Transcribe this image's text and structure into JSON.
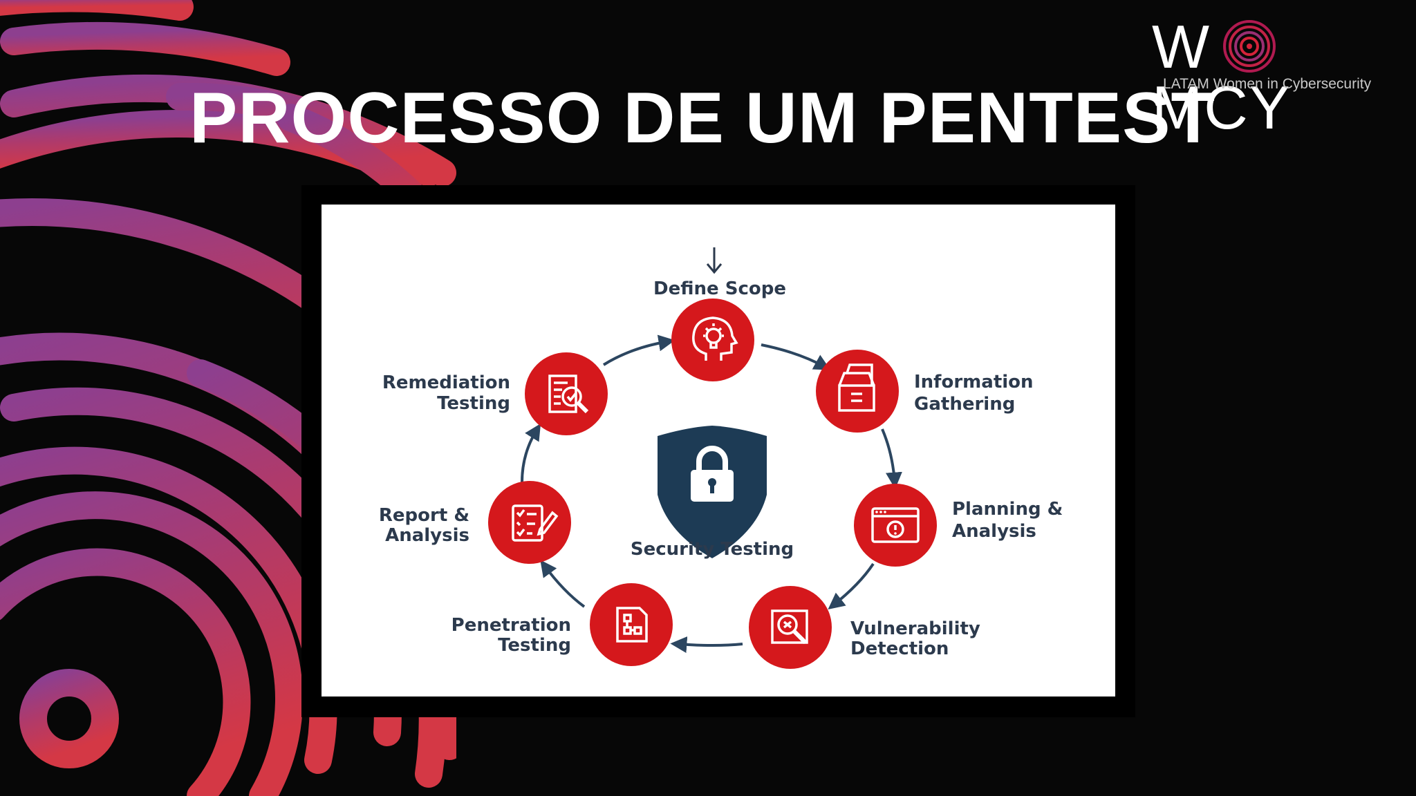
{
  "slide": {
    "title": "PROCESSO DE UM PENTEST"
  },
  "logo": {
    "wordmark_left": "W",
    "wordmark_right": "MCY",
    "tagline": "LATAM Women in Cybersecurity"
  },
  "diagram": {
    "center_label": "Security Testing",
    "steps": [
      {
        "line1": "Define Scope",
        "line2": "",
        "icon": "head-lightbulb-icon"
      },
      {
        "line1": "Information",
        "line2": "Gathering",
        "icon": "file-boxes-icon"
      },
      {
        "line1": "Planning &",
        "line2": "Analysis",
        "icon": "browser-alert-icon"
      },
      {
        "line1": "Vulnerability",
        "line2": "Detection",
        "icon": "magnifier-bug-icon"
      },
      {
        "line1": "Penetration",
        "line2": "Testing",
        "icon": "flowchart-document-icon"
      },
      {
        "line1": "Report &",
        "line2": "Analysis",
        "icon": "checklist-pen-icon"
      },
      {
        "line1": "Remediation",
        "line2": "Testing",
        "icon": "document-magnifier-icon"
      }
    ]
  },
  "colors": {
    "accent_red": "#d5181c",
    "shield_navy": "#1d3b55",
    "text_dark": "#2c3a4d",
    "background": "#070707"
  }
}
